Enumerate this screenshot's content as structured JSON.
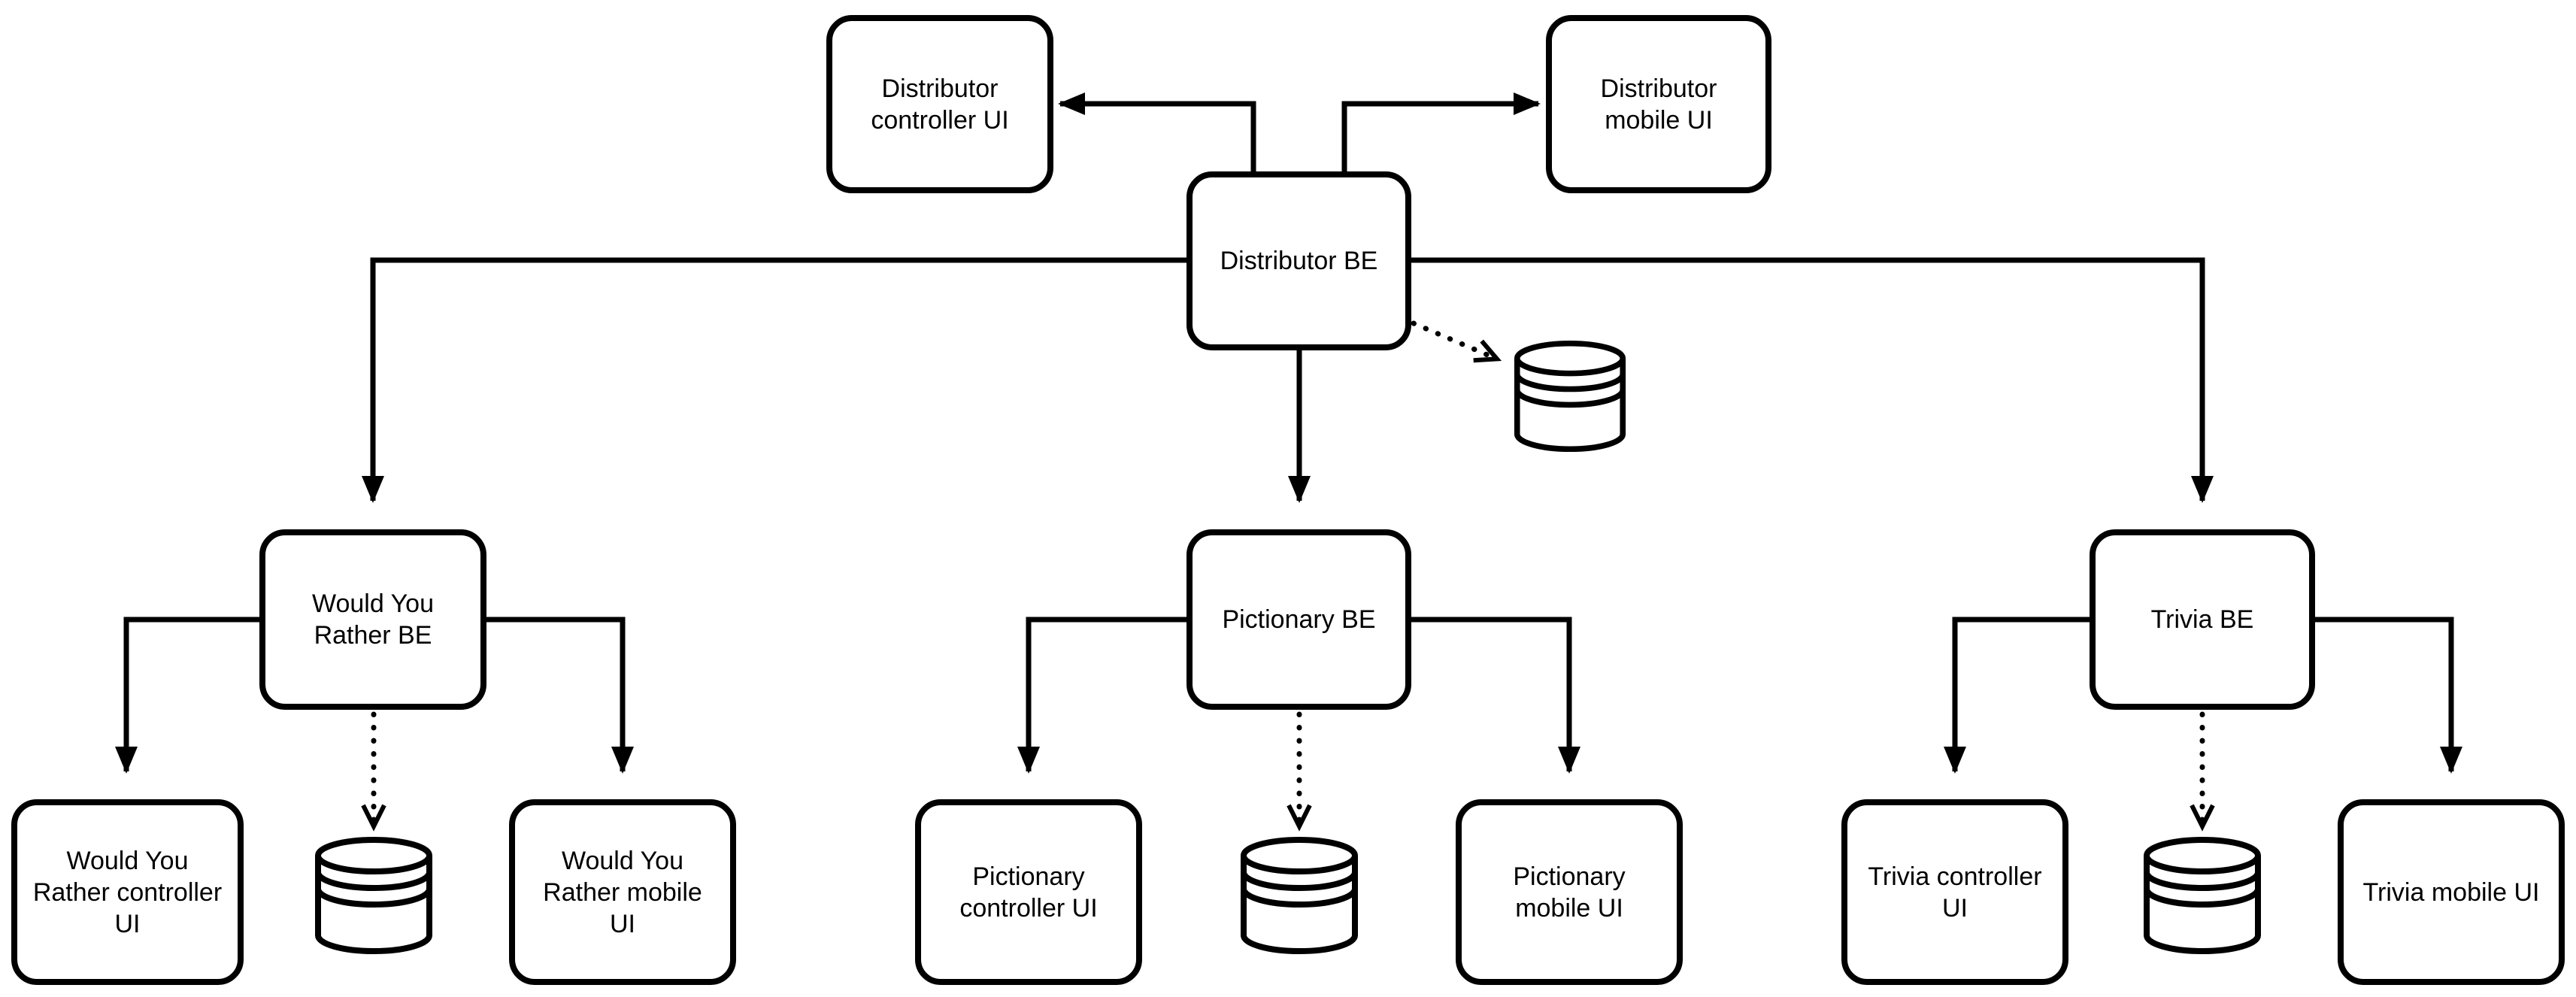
{
  "diagram": {
    "background_color": "#ffffff",
    "line_color": "#000000",
    "nodes": {
      "distributor_controller_ui": {
        "label": "Distributor\ncontroller UI"
      },
      "distributor_mobile_ui": {
        "label": "Distributor\nmobile UI"
      },
      "distributor_be": {
        "label": "Distributor BE"
      },
      "wyr_be": {
        "label": "Would You\nRather BE"
      },
      "pictionary_be": {
        "label": "Pictionary BE"
      },
      "trivia_be": {
        "label": "Trivia BE"
      },
      "wyr_controller_ui": {
        "label": "Would You\nRather controller\nUI"
      },
      "wyr_mobile_ui": {
        "label": "Would You\nRather mobile\nUI"
      },
      "pictionary_controller_ui": {
        "label": "Pictionary\ncontroller UI"
      },
      "pictionary_mobile_ui": {
        "label": "Pictionary\nmobile UI"
      },
      "trivia_controller_ui": {
        "label": "Trivia controller\nUI"
      },
      "trivia_mobile_ui": {
        "label": "Trivia mobile UI"
      }
    },
    "databases": [
      {
        "icon": "database-icon",
        "attached_to": "distributor_be"
      },
      {
        "icon": "database-icon",
        "attached_to": "wyr_be"
      },
      {
        "icon": "database-icon",
        "attached_to": "pictionary_be"
      },
      {
        "icon": "database-icon",
        "attached_to": "trivia_be"
      }
    ],
    "edges": [
      {
        "from": "distributor_be",
        "to": "distributor_controller_ui",
        "style": "solid-arrow"
      },
      {
        "from": "distributor_be",
        "to": "distributor_mobile_ui",
        "style": "solid-arrow"
      },
      {
        "from": "distributor_be",
        "to": "wyr_be",
        "style": "solid-arrow"
      },
      {
        "from": "distributor_be",
        "to": "pictionary_be",
        "style": "solid-arrow"
      },
      {
        "from": "distributor_be",
        "to": "trivia_be",
        "style": "solid-arrow"
      },
      {
        "from": "distributor_be",
        "to": "distributor_database",
        "style": "dotted-arrow"
      },
      {
        "from": "wyr_be",
        "to": "wyr_controller_ui",
        "style": "solid-arrow"
      },
      {
        "from": "wyr_be",
        "to": "wyr_mobile_ui",
        "style": "solid-arrow"
      },
      {
        "from": "wyr_be",
        "to": "wyr_database",
        "style": "dotted-arrow"
      },
      {
        "from": "pictionary_be",
        "to": "pictionary_controller_ui",
        "style": "solid-arrow"
      },
      {
        "from": "pictionary_be",
        "to": "pictionary_mobile_ui",
        "style": "solid-arrow"
      },
      {
        "from": "pictionary_be",
        "to": "pictionary_database",
        "style": "dotted-arrow"
      },
      {
        "from": "trivia_be",
        "to": "trivia_controller_ui",
        "style": "solid-arrow"
      },
      {
        "from": "trivia_be",
        "to": "trivia_mobile_ui",
        "style": "solid-arrow"
      },
      {
        "from": "trivia_be",
        "to": "trivia_database",
        "style": "dotted-arrow"
      }
    ]
  }
}
